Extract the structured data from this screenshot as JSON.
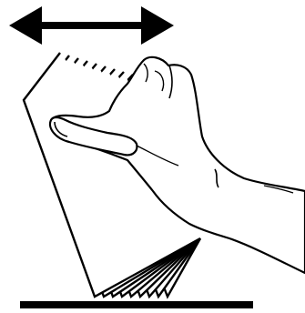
{
  "diagram": {
    "icons": [
      "double-headed-arrow-icon",
      "paper-stack-icon",
      "hand-icon",
      "base-surface-line"
    ],
    "direction": "left-right",
    "sheet_count": 9,
    "colors": {
      "ink": "#000000",
      "paper": "#ffffff",
      "background": "#ffffff"
    }
  }
}
